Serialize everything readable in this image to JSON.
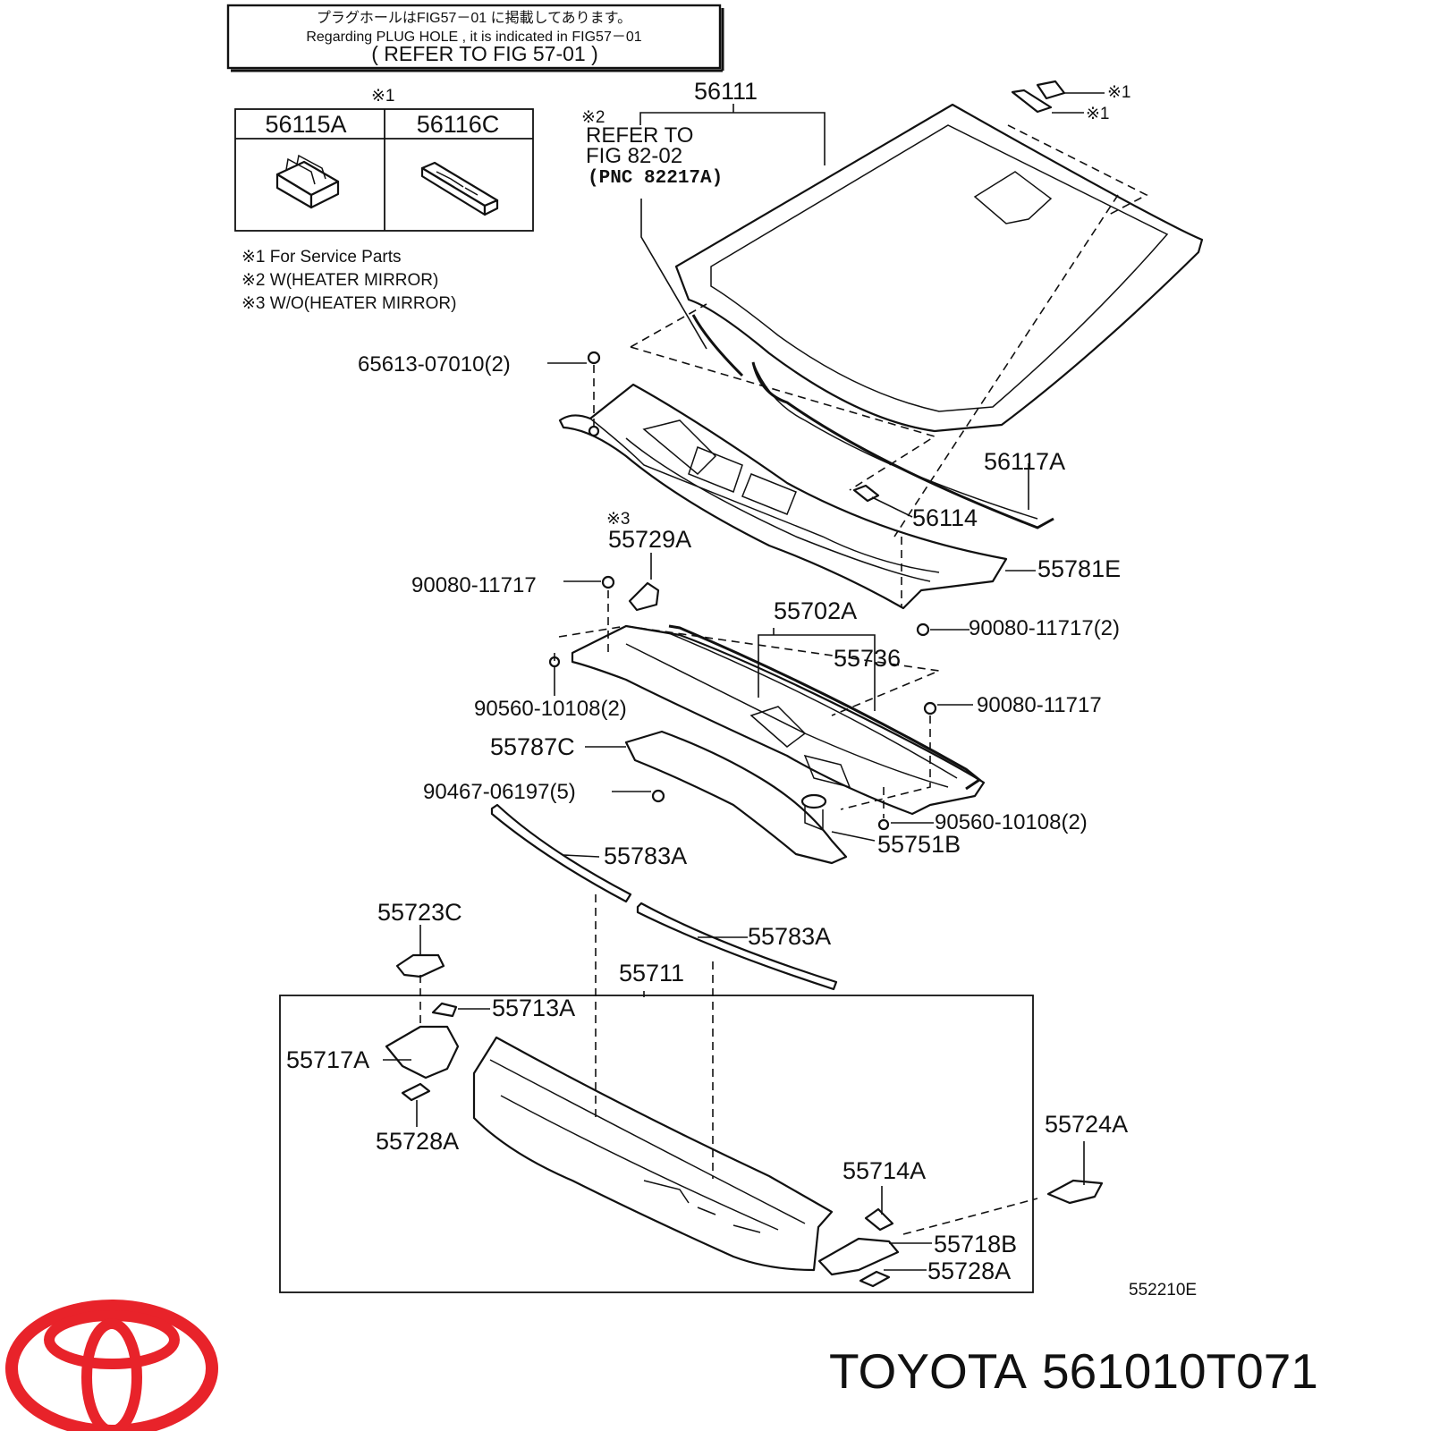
{
  "notice": {
    "line1": "プラグホールはFIG57－01 に掲載してあります。",
    "line2": "Regarding  PLUG  HOLE  ,  it  is  indicated  in  FIG57－01",
    "line3": "(   REFER TO FIG 57-01  )"
  },
  "inset_table": {
    "mark": "※1",
    "headers": [
      "56115A",
      "56116C"
    ]
  },
  "legend": [
    "※1 For Service Parts",
    "※2 W(HEATER MIRROR)",
    "※3 W/O(HEATER MIRROR)"
  ],
  "refer": {
    "mark": "※2",
    "line1": "REFER TO",
    "line2": "FIG 82-02",
    "line3": "(PNC  82217A)"
  },
  "marks": {
    "service_1": "※1",
    "service_2": "※1",
    "without_heater": "※3"
  },
  "labels": {
    "l56111": "56111",
    "l65613": "65613-07010(2)",
    "l56117A": "56117A",
    "l56114": "56114",
    "l55729A": "55729A",
    "l90080a": "90080-11717",
    "l55781E": "55781E",
    "l55702A": "55702A",
    "l90080b": "90080-11717(2)",
    "l55736": "55736",
    "l90560a": "90560-10108(2)",
    "l90080c": "90080-11717",
    "l55787C": "55787C",
    "l90467": "90467-06197(5)",
    "l90560b": "90560-10108(2)",
    "l55751B": "55751B",
    "l55783A_1": "55783A",
    "l55723C": "55723C",
    "l55783A_2": "55783A",
    "l55711": "55711",
    "l55713A": "55713A",
    "l55717A": "55717A",
    "l55728A_1": "55728A",
    "l55724A": "55724A",
    "l55714A": "55714A",
    "l55718B": "55718B",
    "l55728A_2": "55728A"
  },
  "figure_code": "552210E",
  "brand": {
    "name": "TOYOTA",
    "part_number": "561010T071",
    "logo_color": "#e8232a"
  }
}
